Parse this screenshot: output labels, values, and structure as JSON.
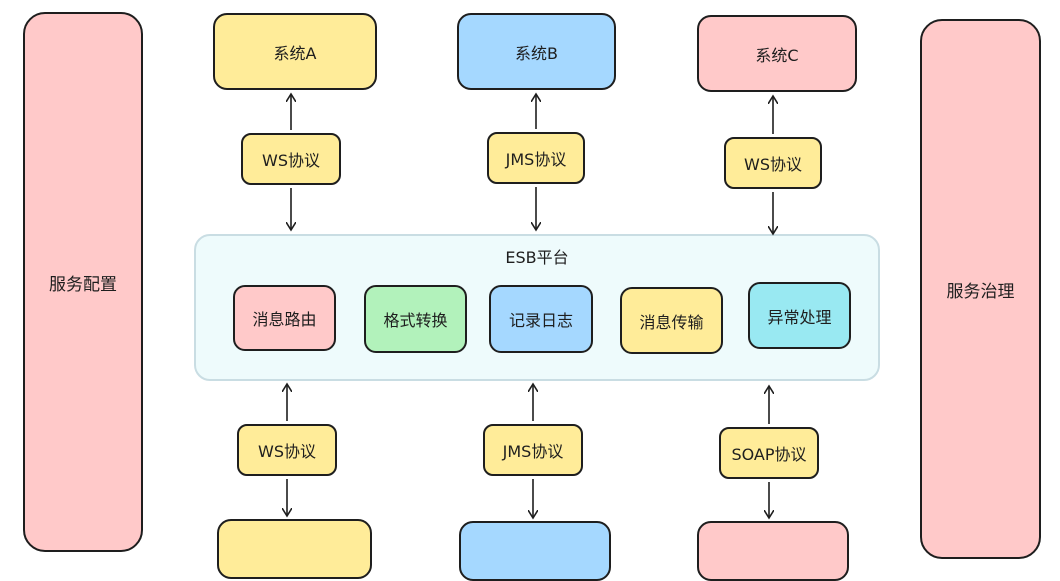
{
  "diagram": {
    "left_panel": {
      "label": "服务配置",
      "color": "#ffc9c9"
    },
    "right_panel": {
      "label": "服务治理",
      "color": "#ffc9c9"
    },
    "systems": [
      {
        "label": "系统A",
        "color": "#ffec99"
      },
      {
        "label": "系统B",
        "color": "#a5d8ff"
      },
      {
        "label": "系统C",
        "color": "#ffc9c9"
      }
    ],
    "top_protocols": [
      "WS协议",
      "JMS协议",
      "WS协议"
    ],
    "bottom_protocols": [
      "WS协议",
      "JMS协议",
      "SOAP协议"
    ],
    "bottom_systems": [
      {
        "color": "#ffec99"
      },
      {
        "color": "#a5d8ff"
      },
      {
        "color": "#ffc9c9"
      }
    ],
    "esb": {
      "title": "ESB平台",
      "color": "#eefbfc",
      "modules": [
        {
          "label": "消息路由",
          "color": "#ffc9c9"
        },
        {
          "label": "格式转换",
          "color": "#b2f2bb"
        },
        {
          "label": "记录日志",
          "color": "#a5d8ff"
        },
        {
          "label": "消息传输",
          "color": "#ffec99"
        },
        {
          "label": "异常处理",
          "color": "#99e9f2"
        }
      ]
    },
    "protocol_color": "#ffec99"
  }
}
